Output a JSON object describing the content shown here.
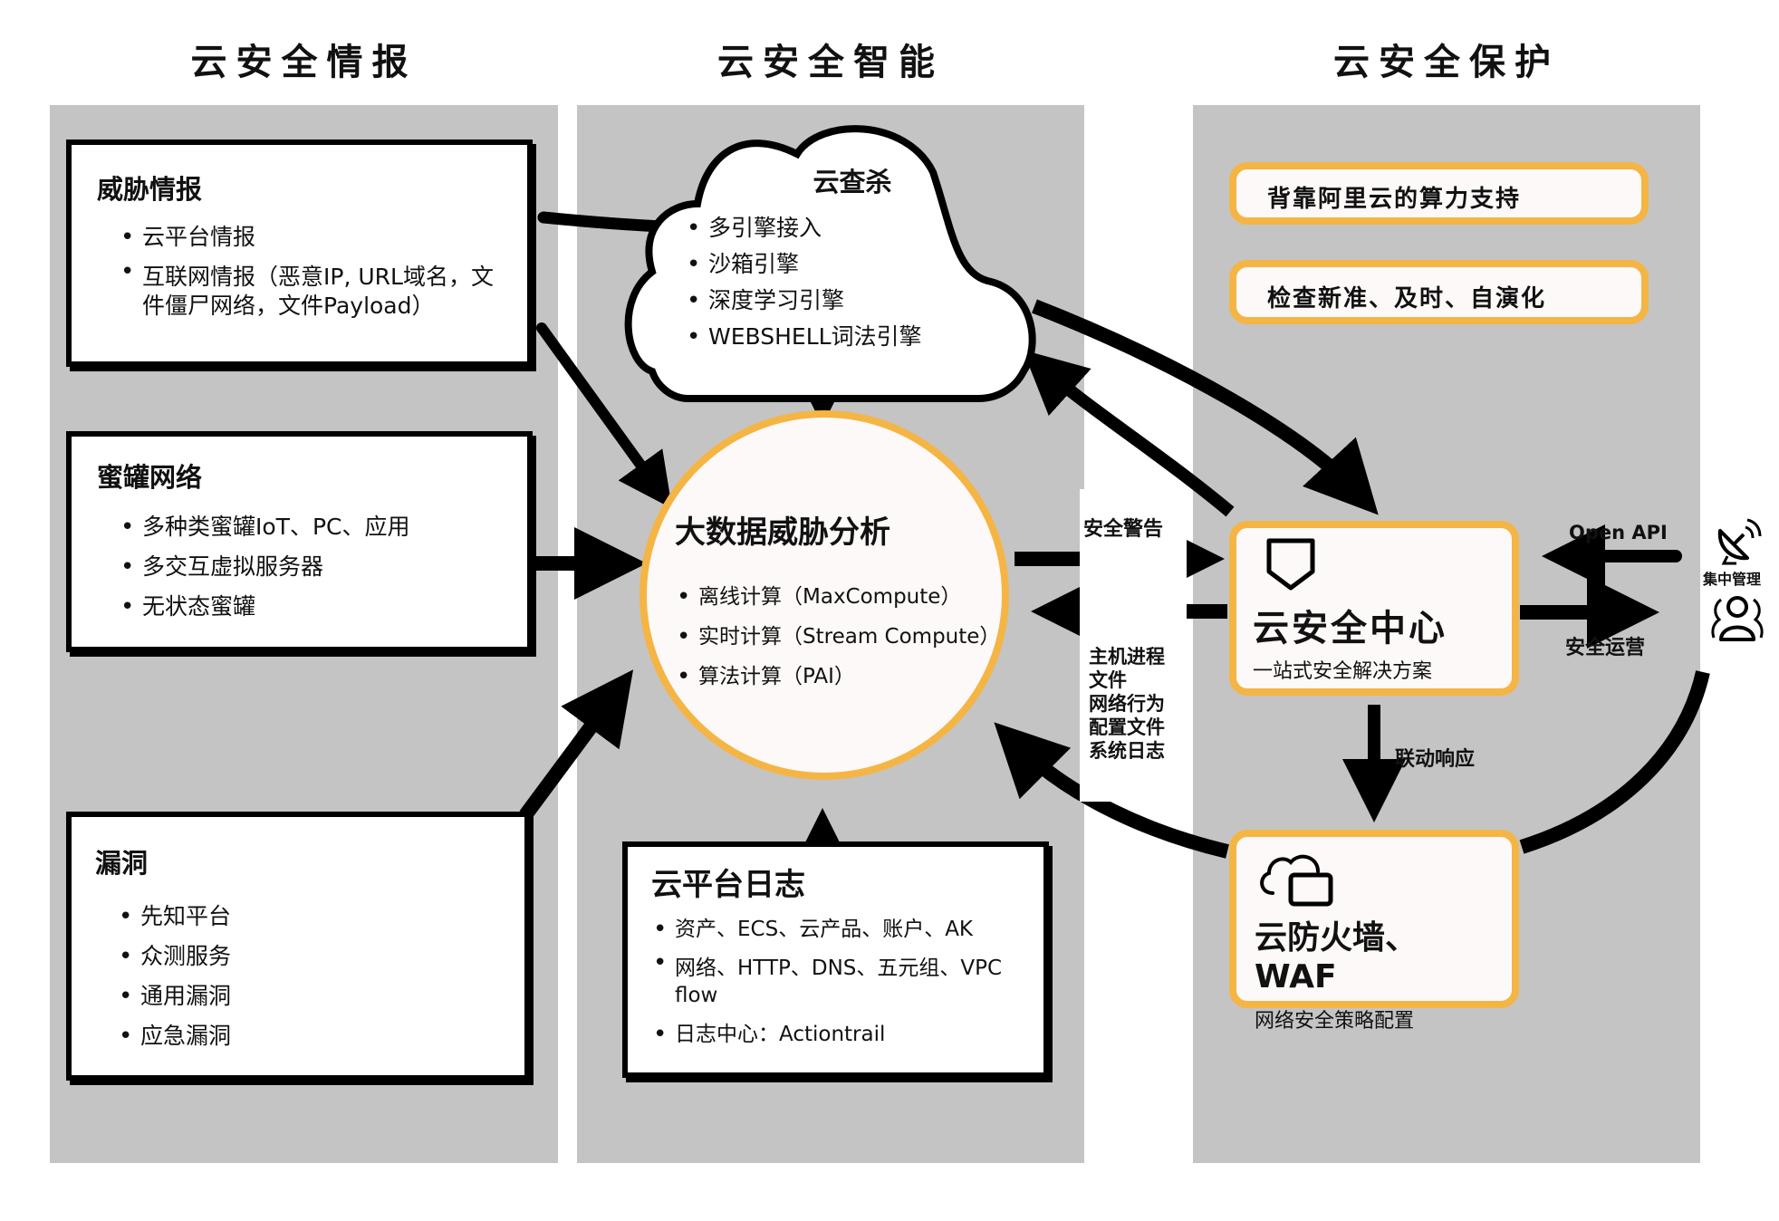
{
  "columns": [
    {
      "title": "云安全情报"
    },
    {
      "title": "云安全智能"
    },
    {
      "title": "云安全保护"
    }
  ],
  "intel": {
    "threat": {
      "title": "威胁情报",
      "items": [
        "云平台情报",
        "互联网情报（恶意IP, URL域名，文件僵尸网络，文件Payload）"
      ]
    },
    "honeypot": {
      "title": "蜜罐网络",
      "items": [
        "多种类蜜罐IoT、PC、应用",
        "多交互虚拟服务器",
        "无状态蜜罐"
      ]
    },
    "vuln": {
      "title": "漏洞",
      "items": [
        "先知平台",
        "众测服务",
        "通用漏洞",
        "应急漏洞"
      ]
    }
  },
  "intelligence": {
    "cloud": {
      "title": "云查杀",
      "items": [
        "多引擎接入",
        "沙箱引擎",
        "深度学习引擎",
        "WEBSHELL词法引擎"
      ]
    },
    "analysis": {
      "title": "大数据威胁分析",
      "items": [
        "离线计算（MaxCompute）",
        "实时计算（Stream Compute）",
        "算法计算（PAI）"
      ]
    },
    "logs": {
      "title": "云平台日志",
      "items": [
        "资产、ECS、云产品、账户、AK",
        "网络、HTTP、DNS、五元组、VPC flow",
        "日志中心：Actiontrail"
      ]
    }
  },
  "protection": {
    "feature1": "背靠阿里云的算力支持",
    "feature2": "检查新准、及时、自演化",
    "center": {
      "title": "云安全中心",
      "subtitle": "一站式安全解决方案",
      "icon": "shield-icon"
    },
    "waf": {
      "title": "云防火墙、WAF",
      "subtitle": "网络安全策略配置",
      "icon": "cloud-firewall-icon"
    }
  },
  "edges": {
    "alert": "安全警告",
    "data_sources": [
      "主机进程",
      "文件",
      "网络行为",
      "配置文件",
      "系统日志"
    ],
    "open_api": "Open API",
    "sec_ops": "安全运营",
    "linkage": "联动响应"
  },
  "external": {
    "management": "集中管理",
    "satellite_icon": "satellite-dish-icon",
    "users_icon": "users-icon"
  },
  "colors": {
    "panel": "#c4c4c4",
    "accent": "#f4b545",
    "ink": "#000000"
  }
}
